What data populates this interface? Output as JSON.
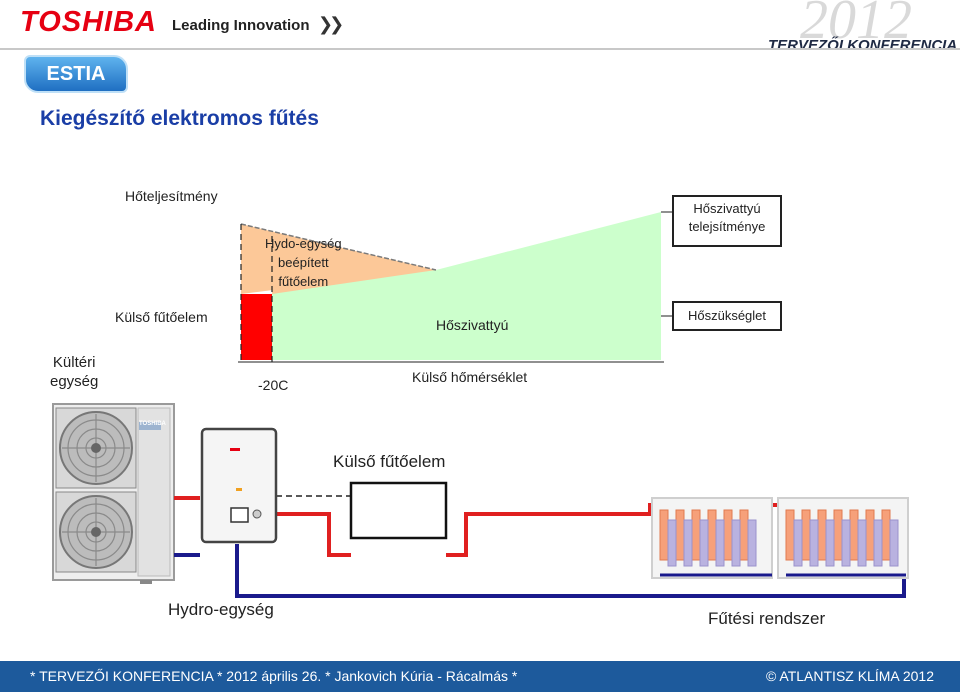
{
  "header": {
    "brand": "TOSHIBA",
    "tagline": "Leading Innovation",
    "conference_year": "2012",
    "conference_name": "TERVEZŐI KONFERENCIA"
  },
  "badge": "ESTIA",
  "title": "Kiegészítő elektromos fűtés",
  "diagram": {
    "y_axis_label": "Hőteljesítmény",
    "x_axis_label": "Külső hőmérséklet",
    "x_tick": "-20C",
    "region_hydro_heater": "Hydo-egység\nbeépített\nfűtőelem",
    "region_external_heater": "Külső fűtőelem",
    "region_heat_pump": "Hőszivattyú",
    "callout_capacity": "Hőszivattyú\ntelejsítménye",
    "callout_demand": "Hőszükséglet"
  },
  "system": {
    "outdoor_unit": "Kültéri\negység",
    "external_heater": "Külső fűtőelem",
    "hydro_unit": "Hydro-egység",
    "heating_system": "Fűtési rendszer",
    "brand_plate": "TOSHIBA"
  },
  "footer": {
    "left": "*  TERVEZŐI KONFERENCIA *  2012 április 26.  *  Jankovich Kúria - Rácalmás  *",
    "right": "©  ATLANTISZ KLÍMA 2012"
  },
  "colors": {
    "brand_red": "#e60012",
    "heat_pump_fill": "#ccffcc",
    "hydro_heater_fill": "#fcc898",
    "external_heater_fill": "#ff0000",
    "supply_pipe": "#e02020",
    "return_pipe": "#1a1a8c"
  }
}
